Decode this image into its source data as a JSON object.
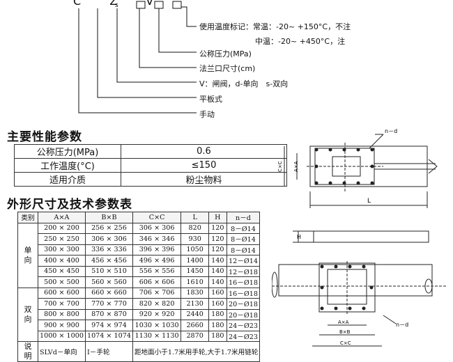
{
  "code": {
    "chars": "C Z V",
    "sub": "s"
  },
  "code_lines": [
    "使用温度标记：常温：-20~ +150°C，不注",
    "中温：-20~ +450°C，注",
    "公称压力(MPa)",
    "法兰口尺寸(cm)",
    "V：闸阀，d-单向　s-双向",
    "平板式",
    "手动"
  ],
  "perf": {
    "title": "主要性能参数",
    "rows": [
      {
        "k": "公称压力(MPa)",
        "v": "0.6"
      },
      {
        "k": "工作温度(°C)",
        "v": "≤150"
      },
      {
        "k": "适用介质",
        "v": "粉尘物料"
      }
    ]
  },
  "spec": {
    "title": "外形尺寸及技术参数表",
    "headers": [
      "类别",
      "A×A",
      "B×B",
      "C×C",
      "L",
      "H",
      "n－d"
    ],
    "group_single": [
      "单",
      "向"
    ],
    "group_double": [
      "双",
      "向"
    ],
    "group_note": [
      "说",
      "明"
    ],
    "rows": [
      [
        "200 × 200",
        "256 × 256",
        "306 × 306",
        "820",
        "120",
        "8－Ø14"
      ],
      [
        "250 × 250",
        "306 × 306",
        "346 × 346",
        "930",
        "120",
        "8－Ø14"
      ],
      [
        "300 × 300",
        "336 × 336",
        "396 × 396",
        "1050",
        "120",
        "8－Ø14"
      ],
      [
        "400 × 400",
        "456 × 456",
        "496 × 496",
        "1400",
        "140",
        "12－Ø14"
      ],
      [
        "450 × 450",
        "510 × 510",
        "556 × 556",
        "1450",
        "140",
        "12－Ø18"
      ],
      [
        "500 × 500",
        "560 × 560",
        "606 × 606",
        "1610",
        "140",
        "16－Ø18"
      ],
      [
        "600 × 600",
        "660 × 660",
        "706 × 706",
        "1830",
        "160",
        "16－Ø18"
      ],
      [
        "700 × 700",
        "770 × 770",
        "820 × 820",
        "2130",
        "160",
        "20－Ø18"
      ],
      [
        "800 × 800",
        "870 × 870",
        "920 × 920",
        "2440",
        "180",
        "20－Ø18"
      ],
      [
        "900 × 900",
        "974 × 974",
        "1030 × 1030",
        "2660",
        "180",
        "24－Ø23"
      ],
      [
        "1000 × 1000",
        "1074 × 1074",
        "1130 × 1130",
        "2870",
        "180",
        "24－Ø23"
      ]
    ],
    "note": [
      "SLVd－单向",
      "Ⅰ－手轮",
      "距地面小于1.7米用手轮,大于1.7米用链轮"
    ]
  },
  "drawing": {
    "nd": "n－d",
    "cxc": "C×C",
    "axa": "A×A",
    "bxb": "B×B",
    "L": "L",
    "H": "H"
  }
}
